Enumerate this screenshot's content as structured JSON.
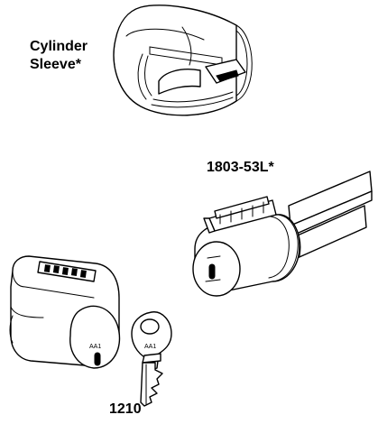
{
  "labels": {
    "cylinder_sleeve_line1": "Cylinder",
    "cylinder_sleeve_line2": "Sleeve*",
    "core_part": "1803-53L*",
    "key_part": "1210"
  },
  "stamps": {
    "cylinder_keyway": "AA1",
    "key_bow": "AA1"
  }
}
